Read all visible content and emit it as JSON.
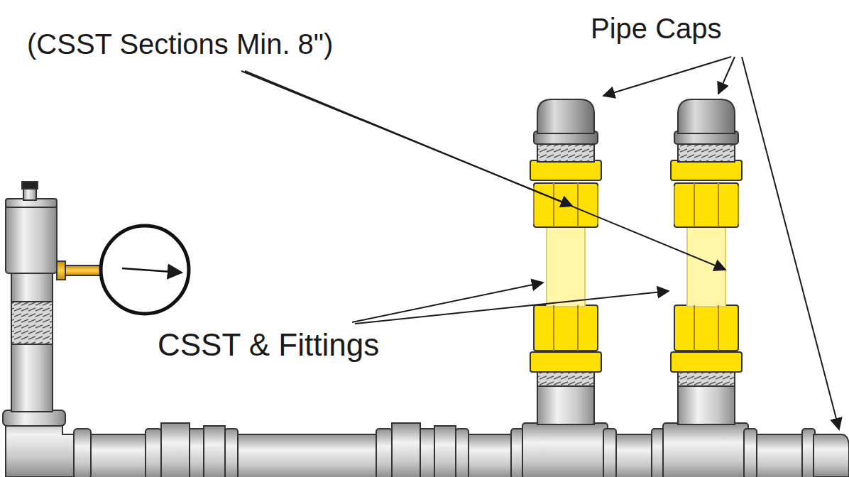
{
  "diagram": {
    "labels": [
      "Pipe Caps",
      "(CSST Sections Min. 8\")",
      "CSST & Fittings"
    ]
  }
}
